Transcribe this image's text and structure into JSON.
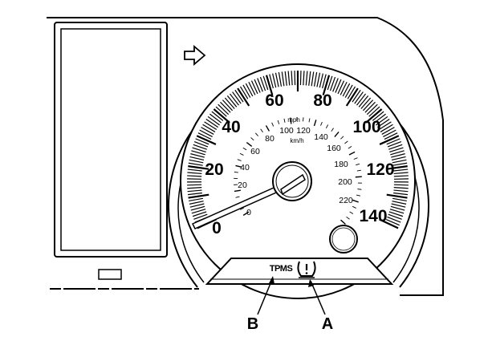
{
  "gauge": {
    "mph_unit": "mph",
    "kmh_unit": "km/h",
    "mph_labels": [
      "0",
      "20",
      "40",
      "60",
      "80",
      "100",
      "120",
      "140"
    ],
    "kmh_labels": [
      "0",
      "20",
      "40",
      "60",
      "80",
      "100",
      "120",
      "140",
      "160",
      "180",
      "200",
      "220"
    ],
    "needle_value_mph": 0
  },
  "indicator_strip": {
    "tpms_label": "TPMS",
    "tire_pressure_symbol": "(!)"
  },
  "callouts": {
    "a": "A",
    "b": "B"
  }
}
